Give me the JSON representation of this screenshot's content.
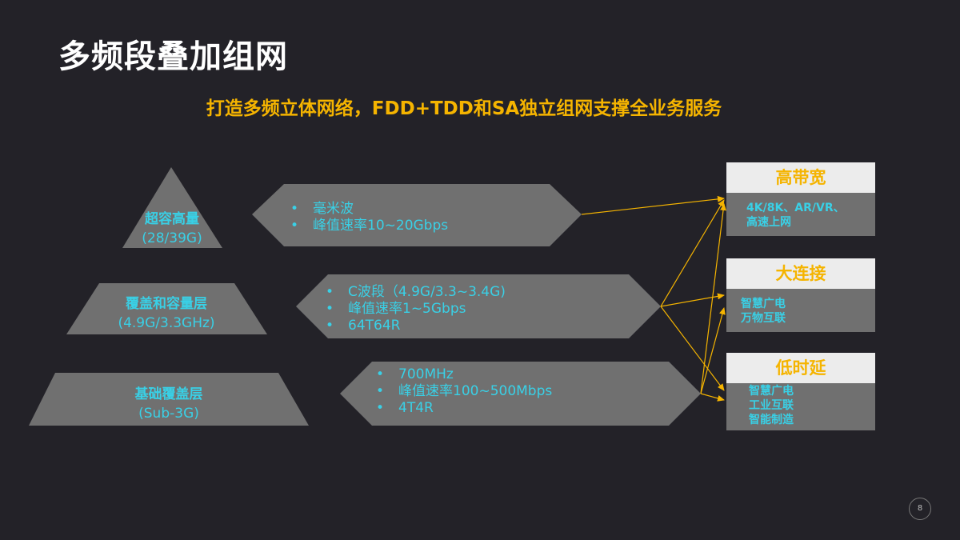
{
  "title": "多频段叠加组网",
  "subtitle": "打造多频立体网络，FDD+TDD和SA独立组网支撑全业务服务",
  "layers": [
    {
      "name": "超容高量",
      "freq": "(28/39G)",
      "bullets": [
        "毫米波",
        "峰值速率10~20Gbps"
      ]
    },
    {
      "name": "覆盖和容量层",
      "freq": "(4.9G/3.3GHz)",
      "bullets": [
        "C波段（4.9G/3.3~3.4G)",
        "峰值速率1~5Gbps",
        "64T64R"
      ]
    },
    {
      "name": "基础覆盖层",
      "freq": "(Sub-3G)",
      "bullets": [
        "700MHz",
        "峰值速率100~500Mbps",
        "4T4R"
      ]
    }
  ],
  "scenarios": [
    {
      "head": "高带宽",
      "lines": [
        "4K/8K、AR/VR、",
        "高速上网"
      ]
    },
    {
      "head": "大连接",
      "lines": [
        "智慧广电",
        "万物互联"
      ]
    },
    {
      "head": "低时延",
      "lines": [
        "智慧广电",
        "工业互联",
        "智能制造"
      ]
    }
  ],
  "page_number": "8",
  "colors": {
    "accent": "#f5b400",
    "text_cyan": "#39d0e6",
    "shape_gray": "#707070",
    "background": "#232228"
  }
}
